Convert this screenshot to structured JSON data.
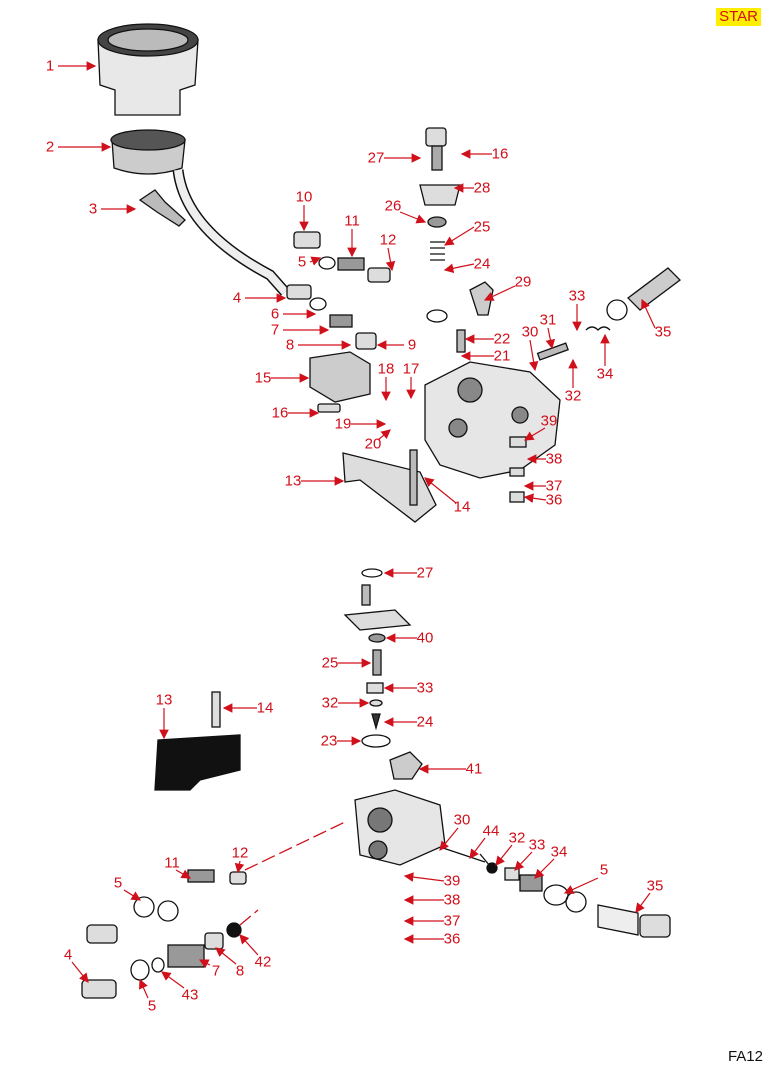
{
  "brand": "STAR",
  "page_code": "FA12",
  "colors": {
    "callout": "#d0101a",
    "brand_bg": "#ffee00"
  },
  "callouts_top": [
    "1",
    "2",
    "3",
    "4",
    "5",
    "6",
    "7",
    "8",
    "9",
    "10",
    "11",
    "12",
    "13",
    "14",
    "15",
    "16",
    "16",
    "17",
    "18",
    "19",
    "20",
    "21",
    "22",
    "24",
    "25",
    "26",
    "27",
    "28",
    "29",
    "30",
    "31",
    "32",
    "33",
    "34",
    "35",
    "36",
    "37",
    "38",
    "39"
  ],
  "callouts_bottom": [
    "27",
    "40",
    "25",
    "33",
    "32",
    "24",
    "23",
    "41",
    "13",
    "14",
    "30",
    "44",
    "32",
    "33",
    "34",
    "5",
    "35",
    "39",
    "38",
    "37",
    "36",
    "12",
    "11",
    "5",
    "4",
    "5",
    "43",
    "7",
    "8",
    "42"
  ]
}
